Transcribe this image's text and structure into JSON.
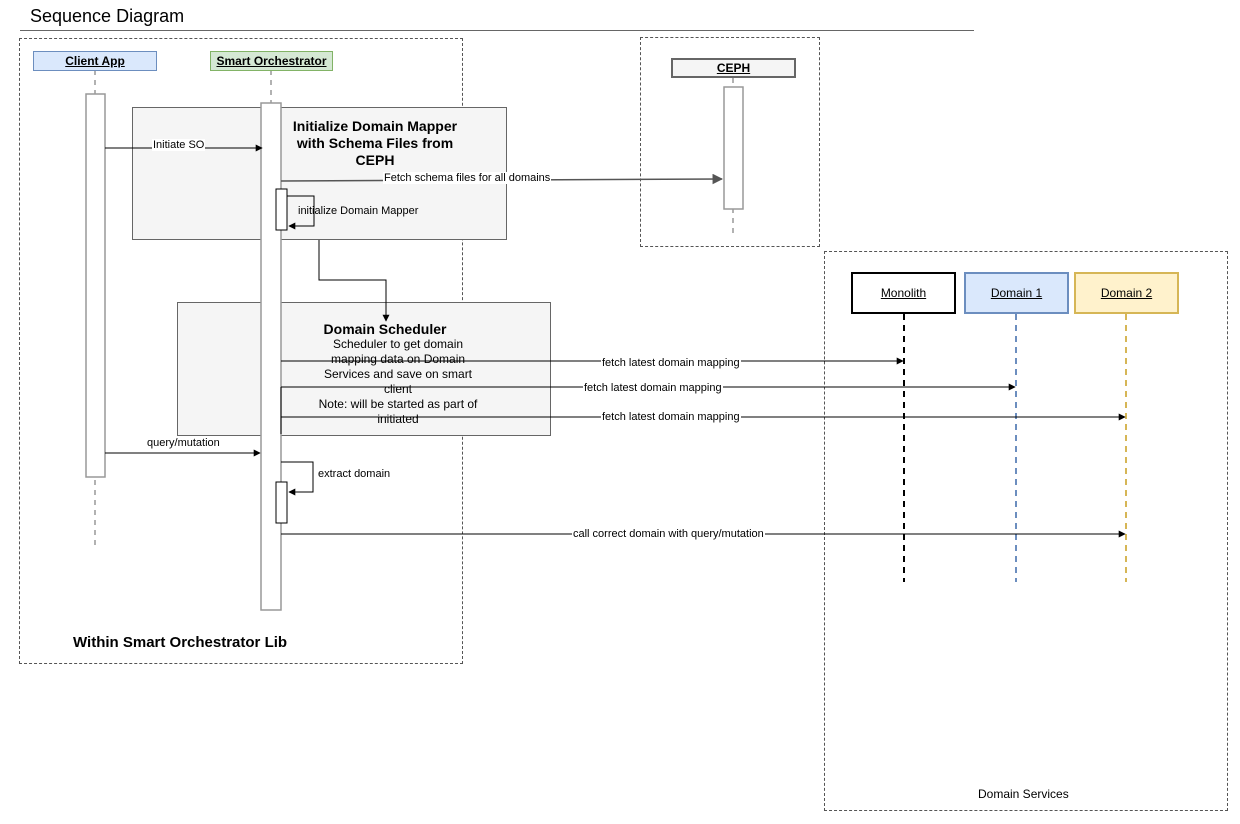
{
  "diagram": {
    "title": "Sequence Diagram",
    "groups": {
      "orchestrator_lib": "Within Smart Orchestrator Lib",
      "ceph": "",
      "domain_services": "Domain Services"
    },
    "participants": {
      "client_app": "Client App",
      "smart_orchestrator": "Smart Orchestrator",
      "ceph": "CEPH",
      "monolith": "Monolith",
      "domain1": "Domain 1",
      "domain2": "Domain 2"
    },
    "fragments": {
      "init_title": "Initialize Domain Mapper with Schema Files from CEPH",
      "scheduler_title": "Domain Scheduler",
      "scheduler_text": "Scheduler to get domain mapping data on Domain Services and save on smart client\nNote: will be started as part of initiated"
    },
    "messages": {
      "initiate_so": "Initiate SO",
      "fetch_schema": "Fetch schema files for all domains",
      "init_mapper": "initialize Domain Mapper",
      "fetch_mapping_1": "fetch latest domain mapping",
      "fetch_mapping_2": "fetch latest domain mapping",
      "fetch_mapping_3": "fetch latest domain mapping",
      "query_mutation": "query/mutation",
      "extract_domain": "extract domain",
      "call_domain": "call correct domain with query/mutation"
    },
    "colors": {
      "client_fill": "#dae8fc",
      "client_stroke": "#6c8ebf",
      "so_fill": "#d5e8d4",
      "so_stroke": "#82b366",
      "ceph_fill": "#f5f5f5",
      "ceph_stroke": "#666666",
      "domain1_fill": "#dae8fc",
      "domain1_stroke": "#6c8ebf",
      "domain2_fill": "#fff2cc",
      "domain2_stroke": "#d6b656",
      "monolith_stroke": "#000000"
    }
  }
}
